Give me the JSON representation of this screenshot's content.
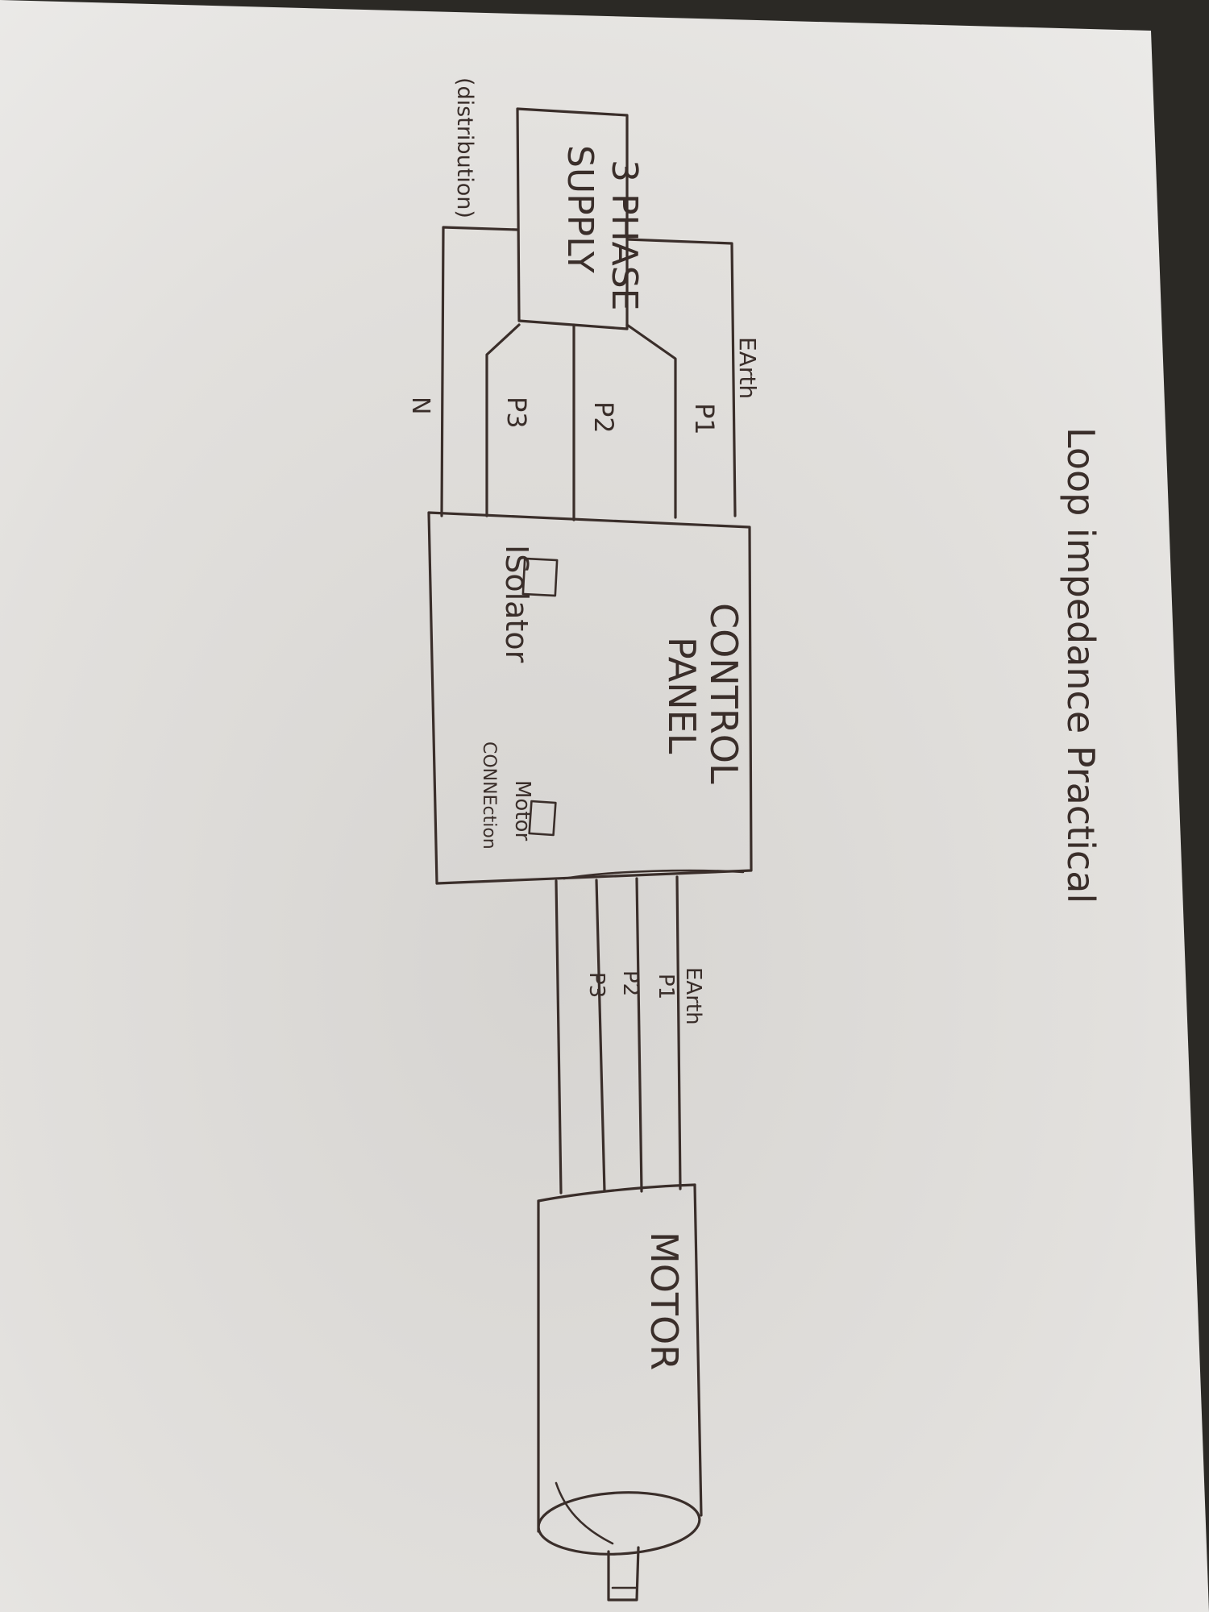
{
  "title": "Loop impedance Practical",
  "supply": {
    "line1": "3 PHASE",
    "line2": "SUPPLY",
    "note": "(distribution)"
  },
  "supply_wires": {
    "earth": "EArth",
    "p1": "P1",
    "p2": "P2",
    "p3": "P3",
    "neutral": "N"
  },
  "control_panel": {
    "line1": "CONTROL",
    "line2": "PANEL",
    "isolator": "ISolator",
    "motor_conn_line1": "Motor",
    "motor_conn_line2": "CONNEction"
  },
  "motor_wires": {
    "earth": "EArth",
    "p1": "P1",
    "p2": "P2",
    "p3": "P3"
  },
  "motor": {
    "label": "MOTOR"
  },
  "colors": {
    "ink": "#3a2e2a",
    "paper": "#e9e8e6",
    "desk": "#2b2925"
  }
}
